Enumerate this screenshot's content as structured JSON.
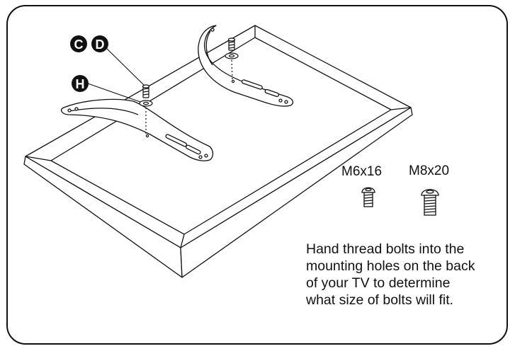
{
  "callouts": {
    "c": "C",
    "d": "D",
    "h": "H"
  },
  "bolts": [
    {
      "label": "M6x16"
    },
    {
      "label": "M8x20"
    }
  ],
  "instructions": [
    "Hand thread bolts into the",
    "mounting holes on the back",
    "of your TV to determine",
    "what size of bolts will fit."
  ],
  "colors": {
    "line": "#111111",
    "background": "#ffffff",
    "callout_fill": "#111111",
    "callout_text": "#ffffff"
  }
}
